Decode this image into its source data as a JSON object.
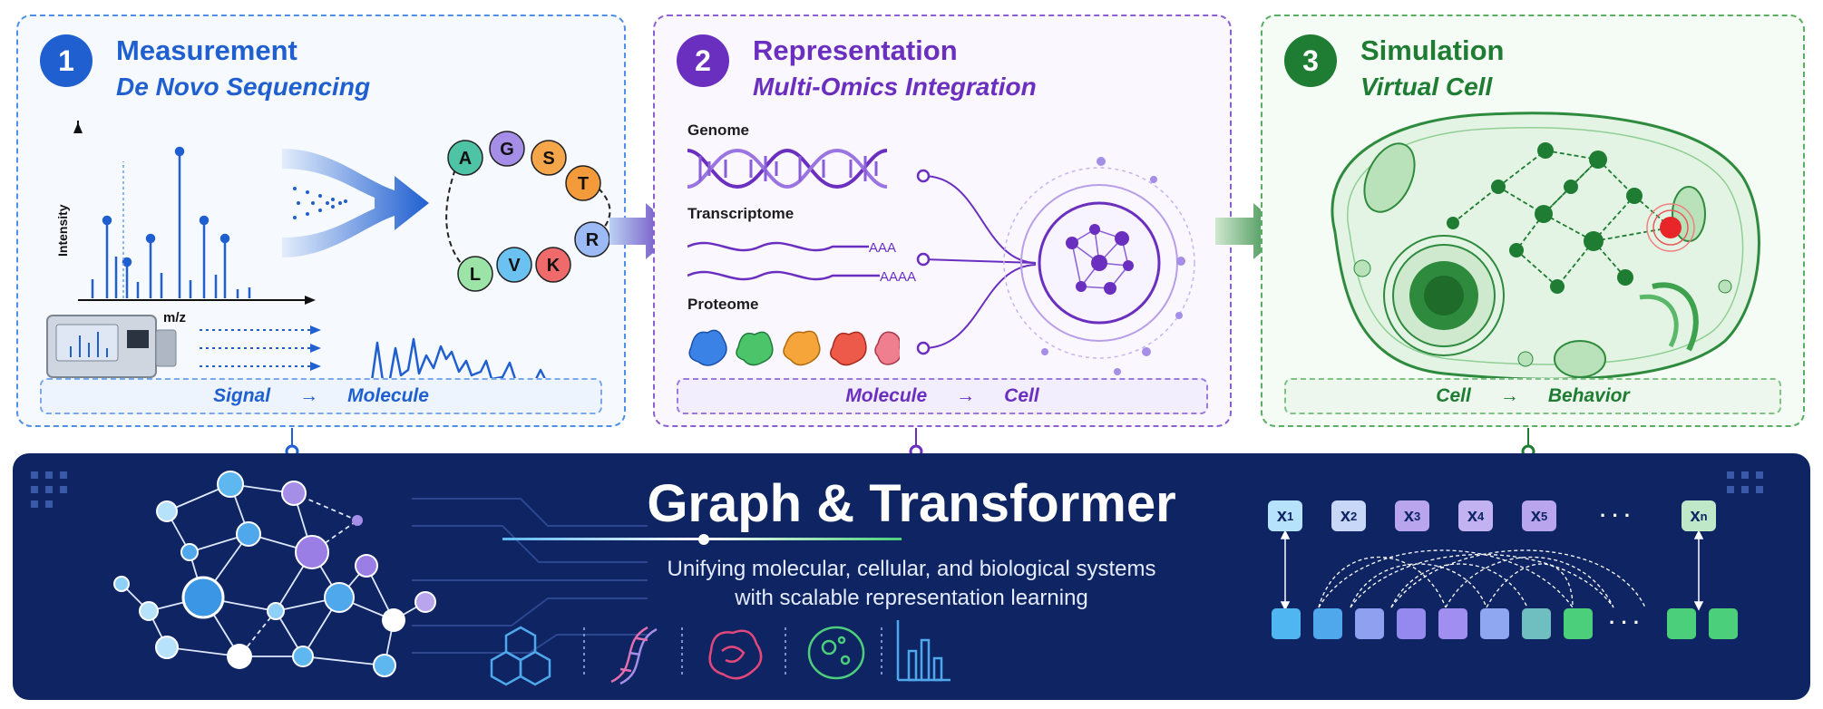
{
  "colors": {
    "blue": "#1f5fd0",
    "purple": "#6b2fc0",
    "green": "#1e7d32",
    "navy": "#0e2463"
  },
  "stages": [
    {
      "number": "1",
      "title": "Measurement",
      "subtitle": "De Novo Sequencing",
      "flow_from": "Signal",
      "flow_arrow": "→",
      "flow_to": "Molecule"
    },
    {
      "number": "2",
      "title": "Representation",
      "subtitle": "Multi-Omics Integration",
      "flow_from": "Molecule",
      "flow_arrow": "→",
      "flow_to": "Cell"
    },
    {
      "number": "3",
      "title": "Simulation",
      "subtitle": "Virtual Cell",
      "flow_from": "Cell",
      "flow_arrow": "→",
      "flow_to": "Behavior"
    }
  ],
  "spectrum": {
    "y_axis": "Intensity",
    "x_axis": "m/z"
  },
  "amino_acids": [
    "A",
    "G",
    "S",
    "T",
    "R",
    "K",
    "V",
    "L"
  ],
  "omics": {
    "genome": "Genome",
    "transcriptome": "Transcriptome",
    "proteome": "Proteome",
    "polya_short": "AAA",
    "polya_long": "AAAA"
  },
  "bottom": {
    "title": "Graph & Transformer",
    "line1": "Unifying molecular, cellular, and biological systems",
    "line2": "with scalable representation learning",
    "tokens": [
      "x",
      "x",
      "x",
      "x",
      "x",
      "x"
    ],
    "token_subs": [
      "1",
      "2",
      "3",
      "4",
      "5",
      "n"
    ],
    "ellipsis": "· · ·"
  }
}
